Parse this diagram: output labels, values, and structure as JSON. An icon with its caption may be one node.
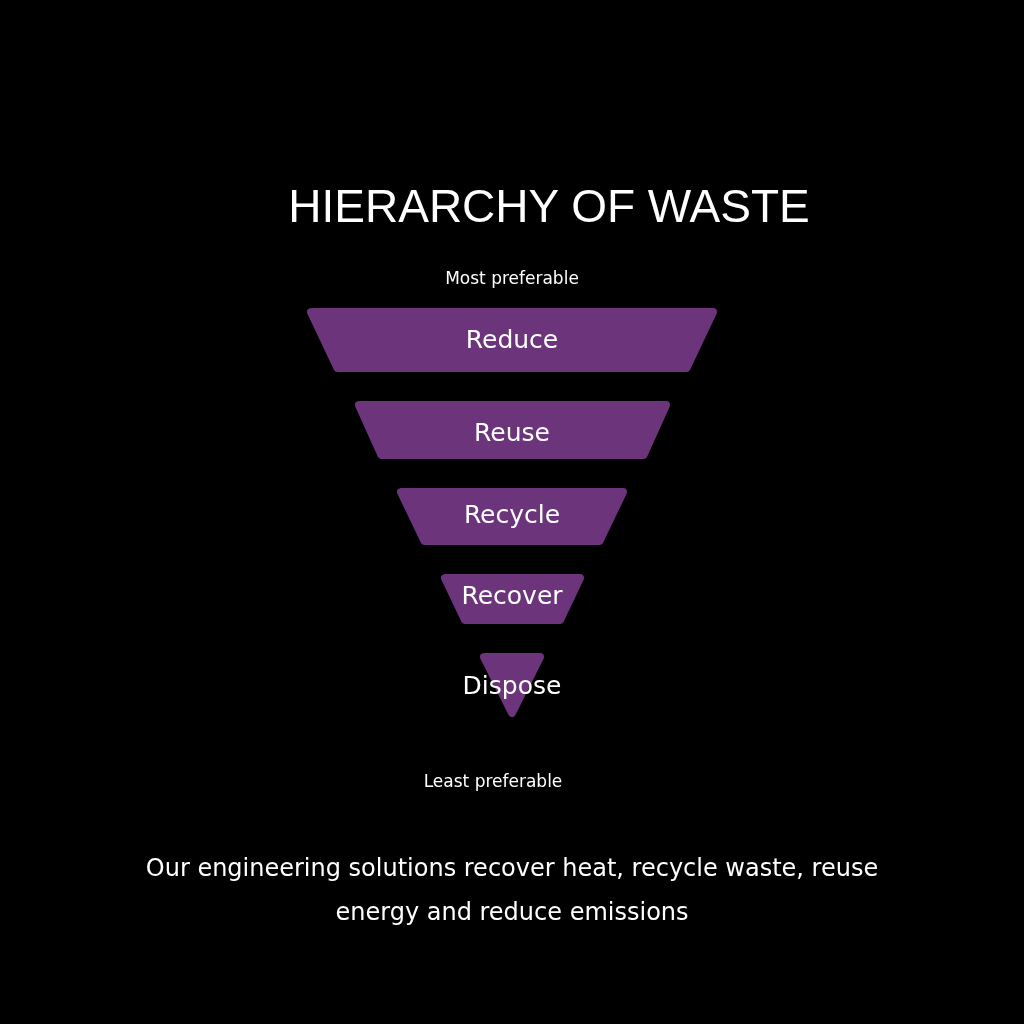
{
  "diagram": {
    "title": "HIERARCHY OF WASTE",
    "caption": "Our engineering solutions recover heat, recycle waste, reuse energy and reduce emissions",
    "nodes": [
      {
        "text": [
          "Reduce"
        ]
      },
      {
        "text": [
          "Reuse"
        ]
      },
      {
        "text": [
          "Recycle"
        ]
      },
      {
        "text": [
          "Recover"
        ]
      },
      {
        "text": [
          "Dispose"
        ]
      }
    ],
    "labels": [
      "Most preferable",
      "Least preferable"
    ]
  }
}
